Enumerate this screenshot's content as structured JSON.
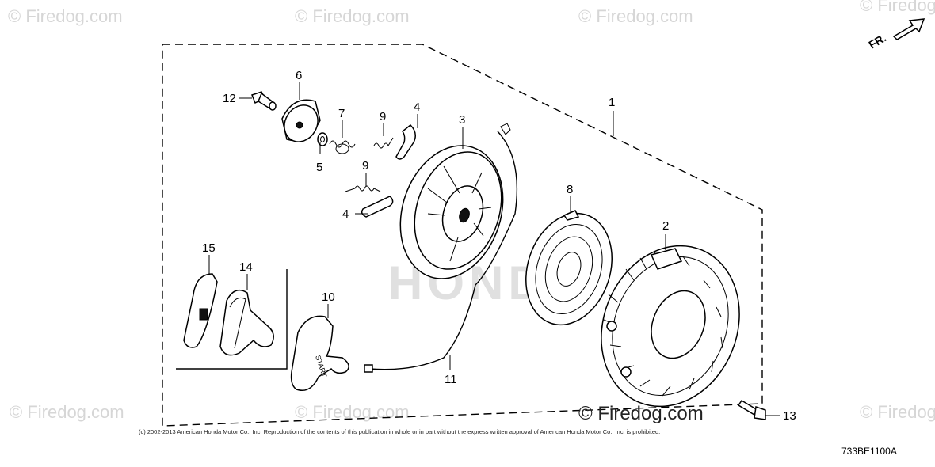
{
  "watermark": "© Firedog.com",
  "watermark_center": "© Firedog.com",
  "copyright": "(c) 2002-2013 American Honda Motor Co., Inc. Reproduction of the contents of this publication in whole or in part without the express written approval of American Honda Motor Co., Inc. is prohibited.",
  "diagram_code": "733BE1100A",
  "front_marker": "FR.",
  "background_logo": "HONDA",
  "handle_text": "START",
  "callouts": {
    "c1": "1",
    "c2": "2",
    "c3": "3",
    "c4a": "4",
    "c4b": "4",
    "c5": "5",
    "c6": "6",
    "c7": "7",
    "c8": "8",
    "c9a": "9",
    "c9b": "9",
    "c10": "10",
    "c11": "11",
    "c12": "12",
    "c13": "13",
    "c14": "14",
    "c15": "15"
  }
}
